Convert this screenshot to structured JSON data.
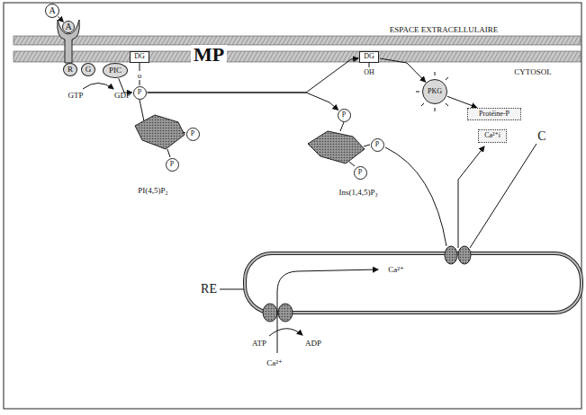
{
  "diagram": {
    "nodes": [
      {
        "text": [
          "A"
        ]
      },
      {
        "text": [
          "A"
        ]
      },
      {
        "text": [
          "R"
        ]
      },
      {
        "text": [
          "G"
        ]
      },
      {
        "text": [
          "PIC"
        ]
      },
      {
        "text": [
          "DG"
        ]
      },
      {
        "text": [
          "P"
        ]
      },
      {
        "text": [
          "P"
        ]
      },
      {
        "text": [
          "P"
        ]
      },
      {
        "text": [
          "DG"
        ]
      },
      {
        "text": [
          "P"
        ]
      },
      {
        "text": [
          "P"
        ]
      },
      {
        "text": [
          "P"
        ]
      },
      {
        "text": [
          "PKG"
        ]
      },
      {
        "text": [
          "Protéine-P"
        ]
      },
      {
        "text": [
          "Ca²⁺i"
        ]
      }
    ],
    "edges": [
      {
        "from": 0,
        "to": 1,
        "arrow": "to"
      },
      {
        "from": 4,
        "to": 6,
        "arrow": "to"
      },
      {
        "from": 6,
        "to": 9,
        "arrow": "to"
      },
      {
        "from": 6,
        "to": 10,
        "arrow": "to"
      },
      {
        "from": 9,
        "to": 13,
        "arrow": "to"
      },
      {
        "from": 13,
        "to": 14,
        "arrow": "to"
      }
    ],
    "labels": [
      "ESPACE EXTRACELLULAIRE",
      "MP",
      "CYTOSOL",
      "GTP",
      "GDP",
      "o",
      "OH",
      "PI(4,5)P₂",
      "Ins(1,4,5)P₃",
      "RE",
      "Ca²⁺",
      "C",
      "ATP",
      "ADP",
      "Ca²⁺"
    ]
  }
}
